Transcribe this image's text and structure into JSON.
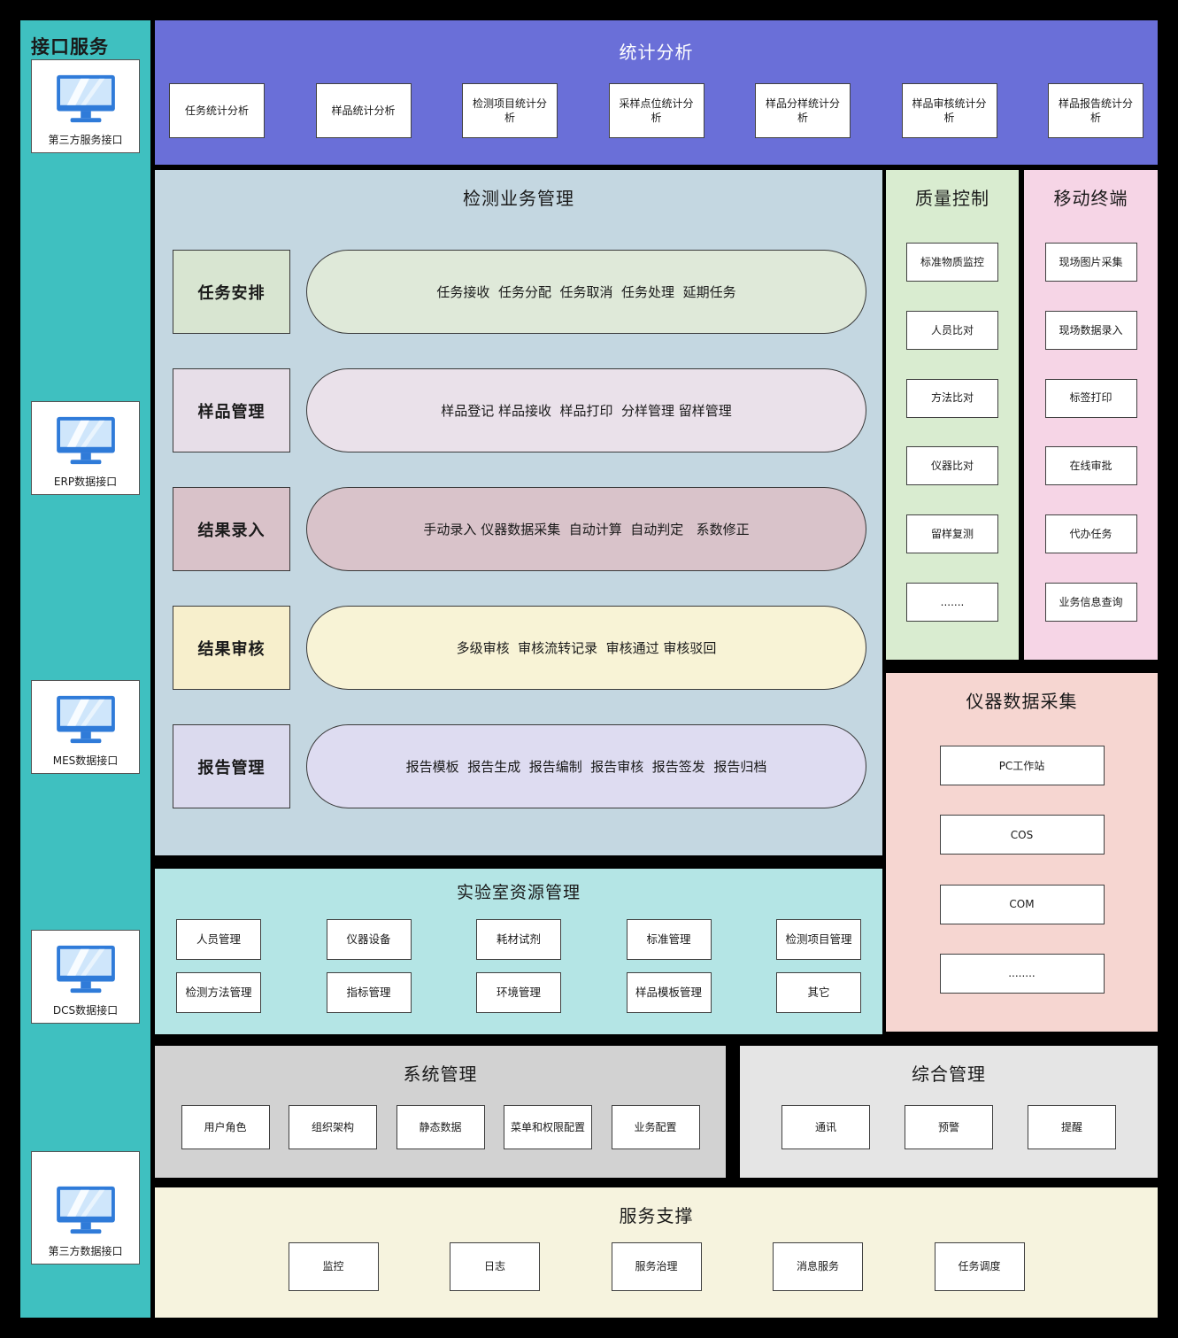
{
  "interface_services": {
    "title": "接口服务",
    "items": [
      "ERP数据接口",
      "MES数据接口",
      "DCS数据接口",
      "第三方数据接口",
      "第三方服务接口"
    ]
  },
  "statistics": {
    "title": "统计分析",
    "items": [
      "任务统计分析",
      "样品统计分析",
      "检测项目统计分析",
      "采样点位统计分析",
      "样品分样统计分析",
      "样品审核统计分析",
      "样品报告统计分析"
    ]
  },
  "business": {
    "title": "检测业务管理",
    "rows": [
      {
        "label": "任务安排",
        "detail": "任务接收  任务分配  任务取消  任务处理  延期任务"
      },
      {
        "label": "样品管理",
        "detail": "样品登记 样品接收  样品打印  分样管理 留样管理"
      },
      {
        "label": "结果录入",
        "detail": "手动录入 仪器数据采集  自动计算  自动判定   系数修正"
      },
      {
        "label": "结果审核",
        "detail": "多级审核  审核流转记录  审核通过 审核驳回"
      },
      {
        "label": "报告管理",
        "detail": "报告模板  报告生成  报告编制  报告审核  报告签发  报告归档"
      }
    ]
  },
  "quality_control": {
    "title": "质量控制",
    "items": [
      "标准物质监控",
      "人员比对",
      "方法比对",
      "仪器比对",
      "留样复测",
      "......."
    ]
  },
  "mobile_terminal": {
    "title": "移动终端",
    "items": [
      "现场图片采集",
      "现场数据录入",
      "标签打印",
      "在线审批",
      "代办任务",
      "业务信息查询"
    ]
  },
  "instrument_acquisition": {
    "title": "仪器数据采集",
    "items": [
      "PC工作站",
      "COS",
      "COM",
      "........"
    ]
  },
  "lab_resources": {
    "title": "实验室资源管理",
    "row1": [
      "人员管理",
      "仪器设备",
      "耗材试剂",
      "标准管理",
      "检测项目管理"
    ],
    "row2": [
      "检测方法管理",
      "指标管理",
      "环境管理",
      "样品模板管理",
      "其它"
    ]
  },
  "system_management": {
    "title": "系统管理",
    "items": [
      "用户角色",
      "组织架构",
      "静态数据",
      "菜单和权限配置",
      "业务配置"
    ]
  },
  "comprehensive_management": {
    "title": "综合管理",
    "items": [
      "通讯",
      "预警",
      "提醒"
    ]
  },
  "service_support": {
    "title": "服务支撑",
    "items": [
      "监控",
      "日志",
      "服务治理",
      "消息服务",
      "任务调度"
    ]
  },
  "colors": {
    "canvas_bg": "#000000",
    "sidebar_bg": "#3fc0c0",
    "stats_bg": "#6a6fd8",
    "stats_title": "#ffffff",
    "business_bg": "#c4d7e1",
    "qc_bg": "#d9ecd0",
    "mobile_bg": "#f6d5e6",
    "instrument_bg": "#f6d6d1",
    "lab_bg": "#b4e5e5",
    "sys_bg": "#d2d2d2",
    "comp_bg": "#e5e5e5",
    "service_bg": "#f6f3de",
    "box_bg": "#ffffff",
    "box_border": "#404040",
    "row1_label": "#d8e5d1",
    "row1_pill": "#dfe9d9",
    "row2_label": "#e7dee8",
    "row2_pill": "#eae1ea",
    "row3_label": "#d9c2c9",
    "row3_pill": "#d9c3ca",
    "row4_label": "#f7efcc",
    "row4_pill": "#f8f3d6",
    "row5_label": "#dbdaee",
    "row5_pill": "#dedcf1",
    "monitor_blue": "#2f7bd9"
  }
}
